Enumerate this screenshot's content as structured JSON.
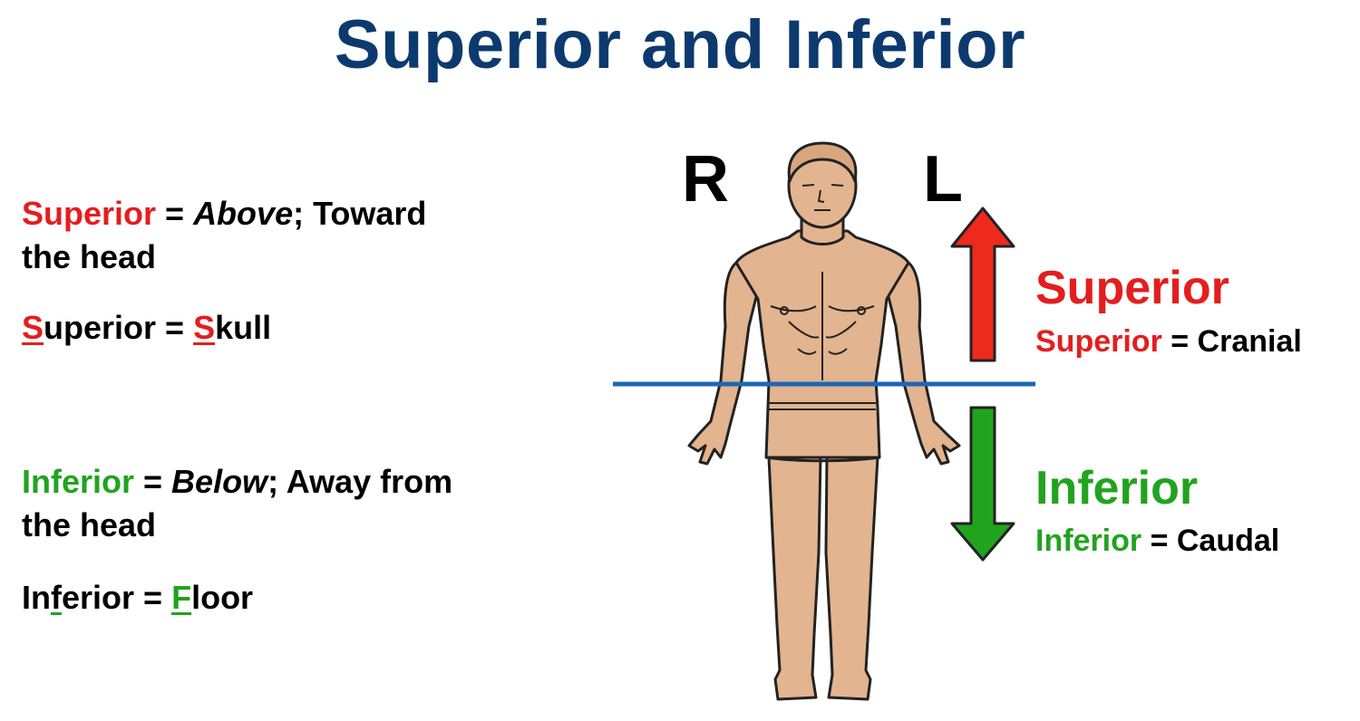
{
  "title": "Superior and Inferior",
  "left": {
    "superior_def": {
      "term": "Superior",
      "eq": " = ",
      "italic": "Above",
      "rest_line1": "; Toward",
      "line2": "the head"
    },
    "superior_mnemonic": {
      "term_first": "S",
      "term_rest": "uperior",
      "eq": " = ",
      "word_first": "S",
      "word_rest": "kull"
    },
    "inferior_def": {
      "term": "Inferior",
      "eq": " = ",
      "italic": "Below",
      "rest_line1": "; Away from",
      "line2": "the head"
    },
    "inferior_mnemonic": {
      "term_a": "In",
      "term_f": "f",
      "term_rest": "erior",
      "eq": " = ",
      "word_first": "F",
      "word_rest": "loor"
    }
  },
  "orientation": {
    "right": "R",
    "left": "L"
  },
  "right": {
    "superior_heading": "Superior",
    "superior_sub": {
      "term": "Superior",
      "eq": " = Cranial"
    },
    "inferior_heading": "Inferior",
    "inferior_sub": {
      "term": "Inferior",
      "eq": " = Caudal"
    }
  },
  "colors": {
    "title": "#0d3a6e",
    "superior": "#e41e1e",
    "inferior": "#22a31f",
    "plane_line": "#1f66b3",
    "skin": "#e2b48f",
    "outline": "#222222"
  },
  "icons": {
    "up_arrow": "red-up-arrow-icon",
    "down_arrow": "green-down-arrow-icon",
    "figure": "human-body-figure"
  }
}
